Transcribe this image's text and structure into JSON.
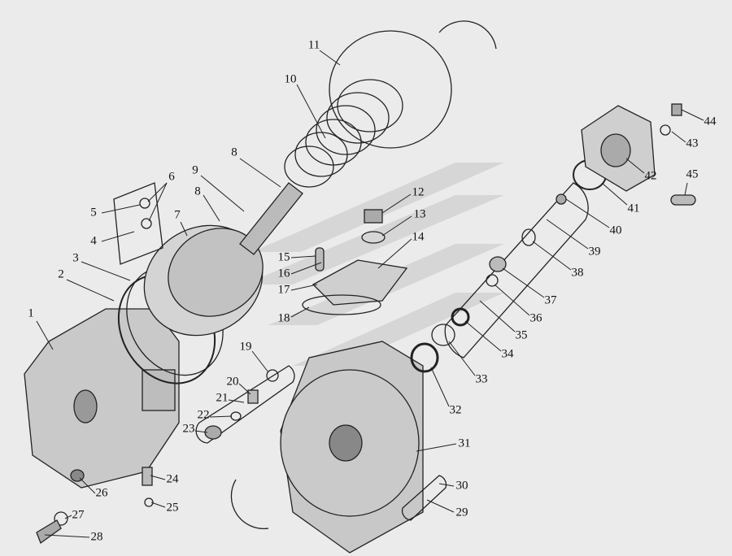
{
  "diagram": {
    "callouts": [
      "1",
      "2",
      "3",
      "4",
      "5",
      "6",
      "7",
      "8",
      "8",
      "9",
      "10",
      "11",
      "12",
      "13",
      "14",
      "15",
      "16",
      "17",
      "18",
      "19",
      "20",
      "21",
      "22",
      "23",
      "24",
      "25",
      "26",
      "27",
      "28",
      "29",
      "30",
      "31",
      "32",
      "33",
      "34",
      "35",
      "36",
      "37",
      "38",
      "39",
      "40",
      "41",
      "42",
      "43",
      "44",
      "45"
    ]
  },
  "colors": {
    "background": "#ebebeb",
    "line": "#222222",
    "part_fill": "#cfcfcf",
    "watermark": "#c8c8c8"
  }
}
